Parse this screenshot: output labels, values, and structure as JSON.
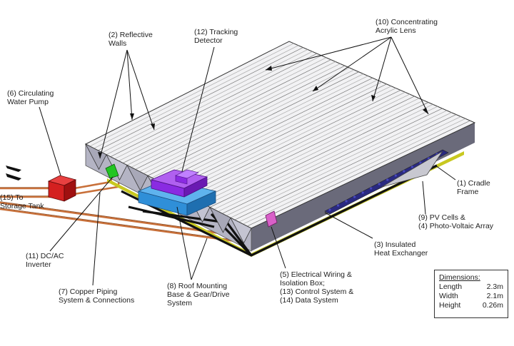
{
  "labels": {
    "l10a": "(10) Concentrating",
    "l10b": "Acrylic Lens",
    "l2a": "(2) Reflective",
    "l2b": "Walls",
    "l12a": "(12) Tracking",
    "l12b": "Detector",
    "l6a": "(6) Circulating",
    "l6b": "Water Pump",
    "l1a": "(1) Cradle",
    "l1b": "Frame",
    "l15a": "(15) To",
    "l15b": "Storage Tank",
    "l9a": "(9) PV Cells &",
    "l9b": "(4) Photo-Voltaic Array",
    "l3a": "(3) Insulated",
    "l3b": "Heat Exchanger",
    "l11a": "(11) DC/AC",
    "l11b": "Inverter",
    "l5a": "(5) Electrical Wiring &",
    "l5b": "Isolation Box;",
    "l5c": "(13) Control System &",
    "l5d": "(14) Data System",
    "l7a": "(7) Copper Piping",
    "l7b": "System & Connections",
    "l8a": "(8) Roof Mounting",
    "l8b": "Base & Gear/Drive",
    "l8c": "System"
  },
  "dimensions": {
    "title": "Dimensions:",
    "rows": [
      {
        "name": "Length",
        "value": "2.3m"
      },
      {
        "name": "Width",
        "value": "2.1m"
      },
      {
        "name": "Height",
        "value": "0.26m"
      }
    ]
  },
  "colors": {
    "pump": "#d42020",
    "detector": "#8a2be2",
    "base": "#2f8fd8",
    "inverter": "#22c522",
    "isolation_box": "#d860c8",
    "piping": "#c8703a",
    "frame_stripe": "#c8c820",
    "lens_face": "#f2f2f4",
    "wall_shade": "#a8a8b8"
  }
}
